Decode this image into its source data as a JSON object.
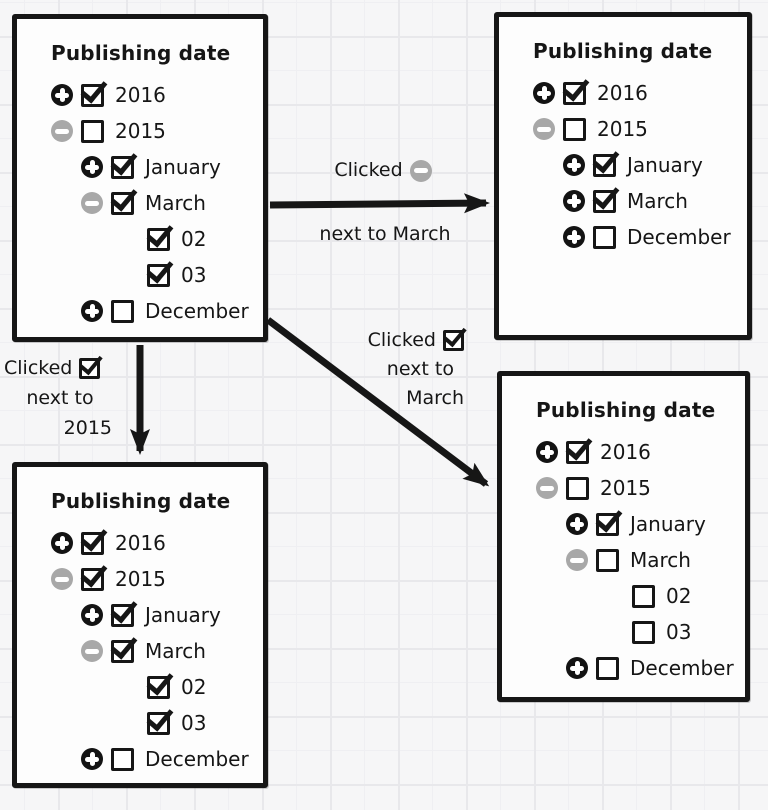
{
  "colors": {
    "ink": "#161616",
    "muted_gray_icon": "#a8a8a8",
    "panel_background": "#fdfdfd",
    "grid_background": "#f6f6f7"
  },
  "panels": [
    {
      "name": "initial-state",
      "title": "Publishing date",
      "rows": [
        {
          "expander": "plus",
          "checkbox": "checked",
          "label": "2016",
          "level": 0
        },
        {
          "expander": "minus",
          "checkbox": "unchecked",
          "label": "2015",
          "level": 0
        },
        {
          "expander": "plus",
          "checkbox": "checked",
          "label": "January",
          "level": 1
        },
        {
          "expander": "minus",
          "checkbox": "checked",
          "label": "March",
          "level": 1
        },
        {
          "expander": "none",
          "checkbox": "checked",
          "label": "02",
          "level": 2
        },
        {
          "expander": "none",
          "checkbox": "checked",
          "label": "03",
          "level": 2
        },
        {
          "expander": "plus",
          "checkbox": "unchecked",
          "label": "December",
          "level": 1
        }
      ]
    },
    {
      "name": "after-collapse-march",
      "title": "Publishing date",
      "rows": [
        {
          "expander": "plus",
          "checkbox": "checked",
          "label": "2016",
          "level": 0
        },
        {
          "expander": "minus",
          "checkbox": "unchecked",
          "label": "2015",
          "level": 0
        },
        {
          "expander": "plus",
          "checkbox": "checked",
          "label": "January",
          "level": 1
        },
        {
          "expander": "plus",
          "checkbox": "checked",
          "label": "March",
          "level": 1
        },
        {
          "expander": "plus",
          "checkbox": "unchecked",
          "label": "December",
          "level": 1
        }
      ]
    },
    {
      "name": "after-check-2015",
      "title": "Publishing date",
      "rows": [
        {
          "expander": "plus",
          "checkbox": "checked",
          "label": "2016",
          "level": 0
        },
        {
          "expander": "minus",
          "checkbox": "checked",
          "label": "2015",
          "level": 0
        },
        {
          "expander": "plus",
          "checkbox": "checked",
          "label": "January",
          "level": 1
        },
        {
          "expander": "minus",
          "checkbox": "checked",
          "label": "March",
          "level": 1
        },
        {
          "expander": "none",
          "checkbox": "checked",
          "label": "02",
          "level": 2
        },
        {
          "expander": "none",
          "checkbox": "checked",
          "label": "03",
          "level": 2
        },
        {
          "expander": "plus",
          "checkbox": "unchecked",
          "label": "December",
          "level": 1
        }
      ]
    },
    {
      "name": "after-uncheck-march",
      "title": "Publishing date",
      "rows": [
        {
          "expander": "plus",
          "checkbox": "checked",
          "label": "2016",
          "level": 0
        },
        {
          "expander": "minus",
          "checkbox": "unchecked",
          "label": "2015",
          "level": 0
        },
        {
          "expander": "plus",
          "checkbox": "checked",
          "label": "January",
          "level": 1
        },
        {
          "expander": "minus",
          "checkbox": "unchecked",
          "label": "March",
          "level": 1
        },
        {
          "expander": "none",
          "checkbox": "unchecked",
          "label": "02",
          "level": 2
        },
        {
          "expander": "none",
          "checkbox": "unchecked",
          "label": "03",
          "level": 2
        },
        {
          "expander": "plus",
          "checkbox": "unchecked",
          "label": "December",
          "level": 1
        }
      ]
    }
  ],
  "arrows": [
    {
      "name": "collapse-march",
      "clicked_word": "Clicked",
      "icon": "minus-circle-icon",
      "suffix_line": "next to March"
    },
    {
      "name": "check-2015",
      "clicked_word": "Clicked",
      "icon": "checked-checkbox-icon",
      "line2": "next to",
      "line3": "2015"
    },
    {
      "name": "uncheck-march",
      "clicked_word": "Clicked",
      "icon": "checked-checkbox-icon",
      "line2": "next to",
      "line3": "March"
    }
  ]
}
